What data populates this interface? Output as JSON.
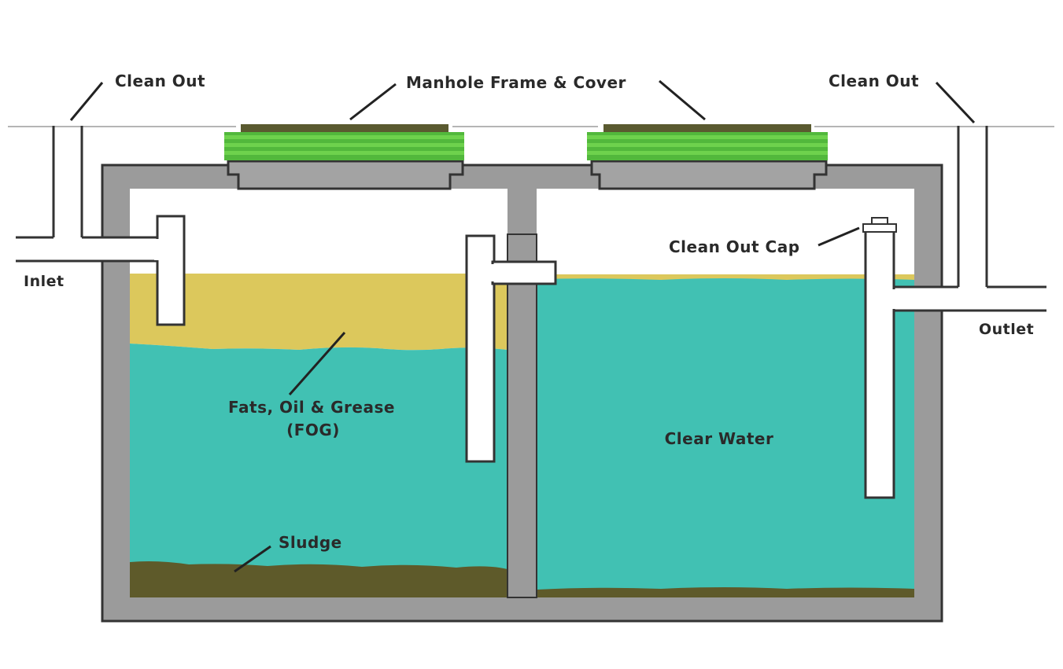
{
  "labels": {
    "clean_out_left": "Clean Out",
    "manhole": "Manhole Frame & Cover",
    "clean_out_right": "Clean Out",
    "inlet": "Inlet",
    "clean_out_cap": "Clean Out Cap",
    "outlet": "Outlet",
    "fog_line1": "Fats, Oil & Grease",
    "fog_line2": "(FOG)",
    "clear_water": "Clear Water",
    "sludge": "Sludge"
  },
  "colors": {
    "concrete": "#9b9b9b",
    "outline": "#333333",
    "grease": "#dcc85c",
    "water": "#41c1b3",
    "sludge": "#5e5a2a",
    "lid_green": "#52b83c",
    "lid_band": "#6ed24d",
    "lid_top": "#5a5a30",
    "pipe": "#ffffff"
  }
}
